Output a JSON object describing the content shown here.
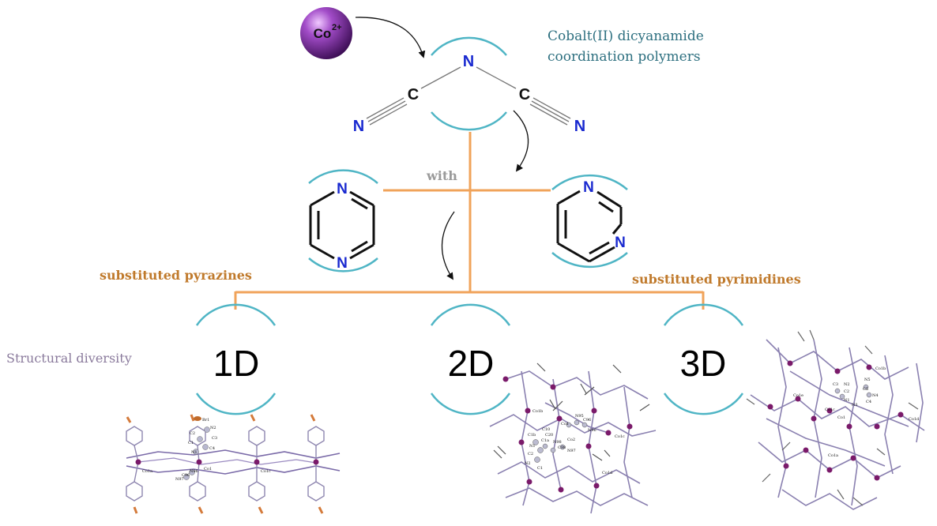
{
  "ion": {
    "base": "Co",
    "charge": "2+"
  },
  "title": {
    "line1": "Cobalt(II) dicyanamide",
    "line2": "coordination polymers"
  },
  "dca_atoms": {
    "n_center": "N",
    "c_left": "C",
    "c_right": "C",
    "n_left": "N",
    "n_right": "N"
  },
  "with_label": "with",
  "pyrazine_atoms": {
    "n_top": "N",
    "n_bottom": "N"
  },
  "pyrimidine_atoms": {
    "n_top": "N",
    "n_right": "N"
  },
  "branch_labels": {
    "pyrazines": "substituted pyrazines",
    "pyrimidines": "substituted pyrimidines"
  },
  "diversity_label": "Structural diversity",
  "dimensions": [
    "1D",
    "2D",
    "3D"
  ],
  "structure_1d_atom_labels": [
    "Br1",
    "N2",
    "C2",
    "C3",
    "C1",
    "N1",
    "C4",
    "Co1",
    "Co1a",
    "N97",
    "C96",
    "N96",
    "Co1c"
  ],
  "structure_2d_atom_labels": [
    "Co1b",
    "Co1",
    "N95",
    "C96",
    "C10",
    "N96",
    "C20",
    "C1a",
    "C1b",
    "N98",
    "N97",
    "N1",
    "C98",
    "Co2",
    "Co1c",
    "Co1d",
    "C2",
    "C1",
    "N2"
  ],
  "structure_3d_atom_labels": [
    "Co1b",
    "N2",
    "N5",
    "C3",
    "C2",
    "C5",
    "Co1e",
    "N1",
    "N4",
    "Co1c",
    "C4",
    "N3",
    "Co1",
    "Co1d",
    "Co1a"
  ],
  "colors": {
    "teal_arc": "#4fb5c5",
    "orange_line": "#f0a35a",
    "title_teal": "#2e7080",
    "label_orange": "#c07a2c",
    "gray_label": "#9a9a9a",
    "purple_label": "#8a7a9c",
    "nitrogen_blue": "#1a2ad0",
    "sphere_purple": "#7a2a9a"
  }
}
